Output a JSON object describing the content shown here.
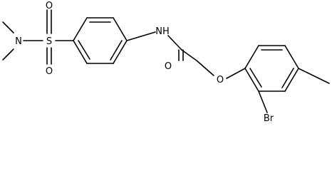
{
  "diagram": {
    "atom_labels": {
      "s": "S",
      "o_sulfonyl_top": "O",
      "o_sulfonyl_bottom": "O",
      "n_sulfonamide": "N",
      "nh": "NH",
      "o_carbonyl": "O",
      "o_ether": "O",
      "br": "Br"
    }
  }
}
